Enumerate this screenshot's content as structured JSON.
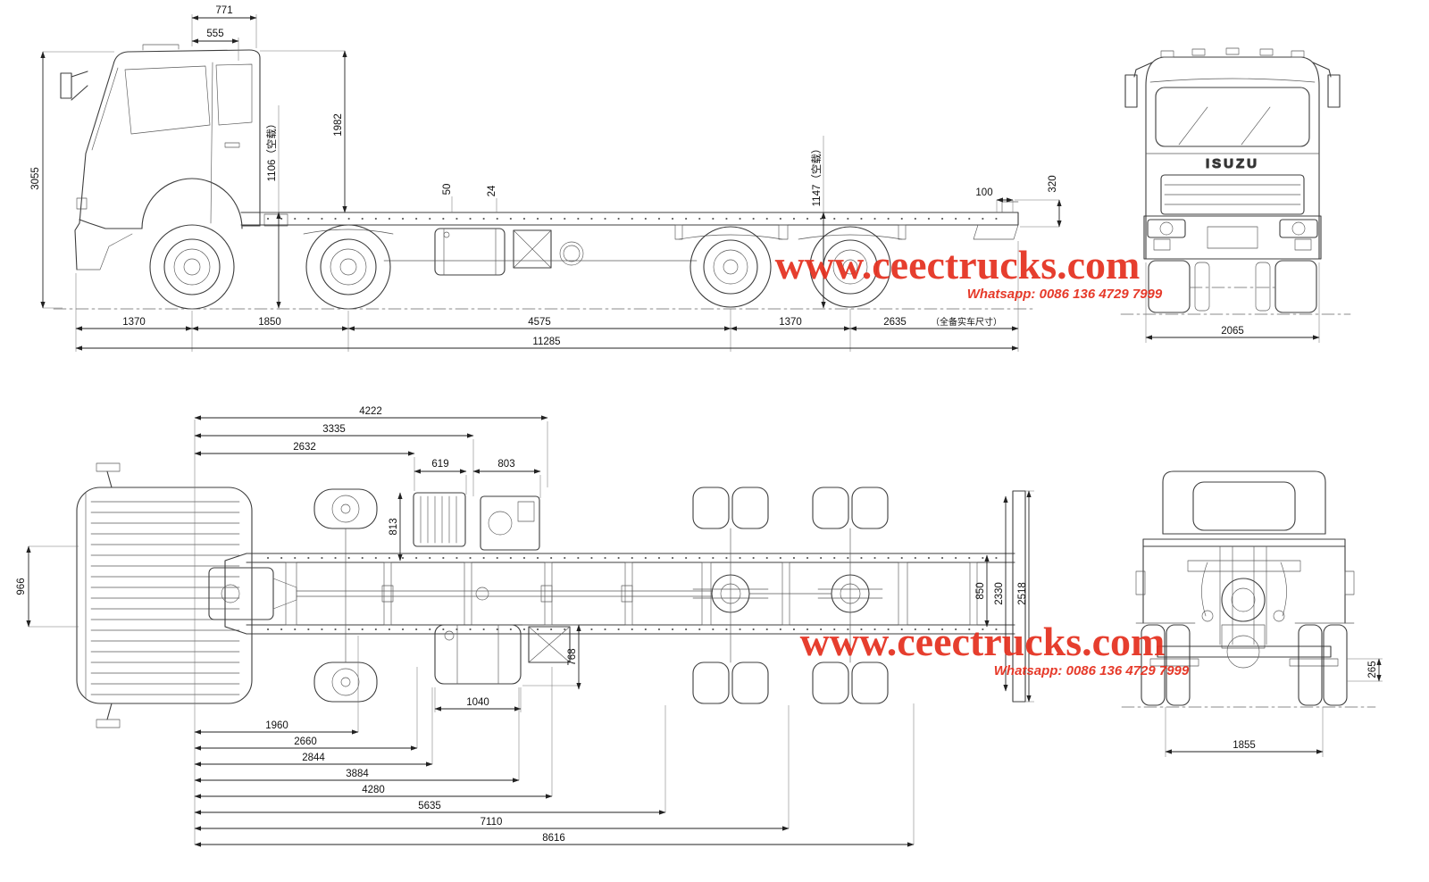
{
  "brand": "ISUZU",
  "colors": {
    "watermark": "#e5301f",
    "line": "#3d3d3d",
    "background": "#ffffff"
  },
  "watermark": {
    "site": "www.ceectrucks.com",
    "whatsapp": "Whatsapp: 0086 136 4729 7999"
  },
  "side_view": {
    "dims": {
      "cab_771": "771",
      "cab_555": "555",
      "height_3055": "3055",
      "frame_front_1106": "1106（空载）",
      "cab_1982": "1982",
      "d50": "50",
      "d24": "24",
      "frame_rear_1147": "1147（空载）",
      "d100": "100",
      "d320": "320",
      "seg_1370a": "1370",
      "seg_1850": "1850",
      "seg_4575": "4575",
      "seg_1370b": "1370",
      "seg_2635": "2635",
      "rear_note": "（全备实车尺寸）",
      "total_11285": "11285"
    }
  },
  "front_view": {
    "dims": {
      "width_2065": "2065"
    }
  },
  "plan_view": {
    "dims": {
      "d4222": "4222",
      "d3335": "3335",
      "d2632": "2632",
      "d619": "619",
      "d803": "803",
      "d813": "813",
      "d966": "966",
      "d768": "768",
      "d1040": "1040",
      "d850": "850",
      "d2330": "2330",
      "d2518": "2518",
      "d1960": "1960",
      "d2660": "2660",
      "d2844": "2844",
      "d3884": "3884",
      "d4280": "4280",
      "d5635": "5635",
      "d7110": "7110",
      "d8616": "8616"
    }
  },
  "rear_view": {
    "dims": {
      "d265": "265",
      "track_1855": "1855"
    }
  }
}
